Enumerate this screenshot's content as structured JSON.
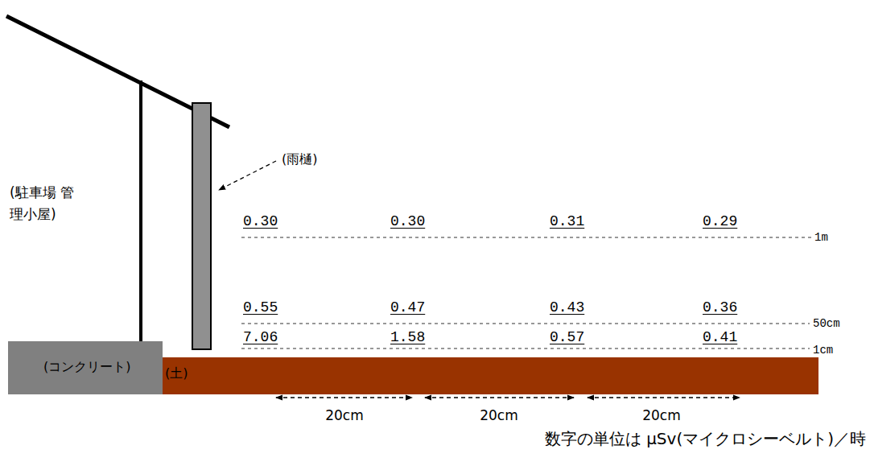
{
  "diagram": {
    "nodes": [
      {
        "text": [
          "(コンクリート)"
        ]
      },
      {
        "text": [
          "(土)"
        ]
      }
    ],
    "labels": [
      "(雨樋)",
      "(駐車場 管理小屋)",
      "0.30",
      "0.30",
      "0.31",
      "0.29",
      "1m",
      "0.55",
      "0.47",
      "0.43",
      "0.36",
      "50cm",
      "7.06",
      "1.58",
      "0.57",
      "0.41",
      "1cm",
      "20cm",
      "20cm",
      "20cm",
      "数字の単位は μSv(マイクロシーベルト)／時"
    ]
  }
}
